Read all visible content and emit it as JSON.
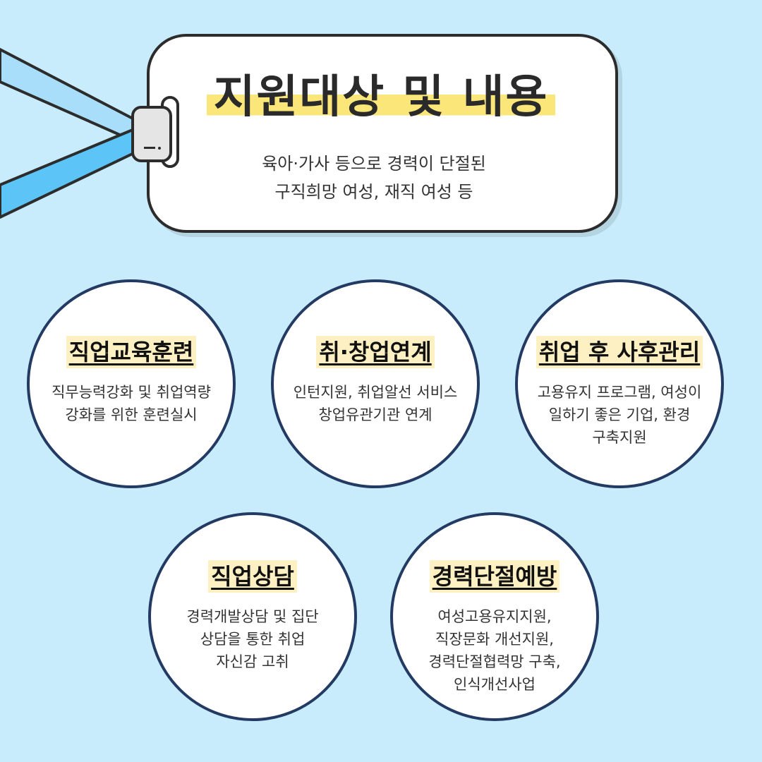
{
  "header": {
    "title": "지원대상 및 내용",
    "subtitle_lines": [
      "육아·가사 등으로 경력이 단절된",
      "구직희망 여성, 재직 여성 등"
    ]
  },
  "circles": [
    {
      "heading": "직업교육훈련",
      "lines": [
        "직무능력강화 및 취업역량",
        "강화를 위한 훈련실시"
      ]
    },
    {
      "heading": "취·창업연계",
      "lines": [
        "인턴지원, 취업알선 서비스",
        "창업유관기관 연계"
      ]
    },
    {
      "heading": "취업 후 사후관리",
      "lines": [
        "고용유지 프로그램, 여성이",
        "일하기 좋은 기업, 환경",
        "구축지원"
      ]
    },
    {
      "heading": "직업상담",
      "lines": [
        "경력개발상담 및 집단",
        "상담을 통한 취업",
        "자신감 고취"
      ]
    },
    {
      "heading": "경력단절예방",
      "lines": [
        "여성고용유지지원,",
        "직장문화 개선지원,",
        "경력단절협력망 구축,",
        "인식개선사업"
      ]
    }
  ],
  "colors": {
    "background": "#c9ecfc",
    "lanyard": "#5cc4f6",
    "lanyard_light": "#a8defa",
    "circle_border": "#233a63",
    "title_highlight": "#fbe67a",
    "heading_highlight": "#fdf0c2"
  },
  "icons": [
    "lanyard-strap-icon",
    "tag-clip-icon"
  ]
}
